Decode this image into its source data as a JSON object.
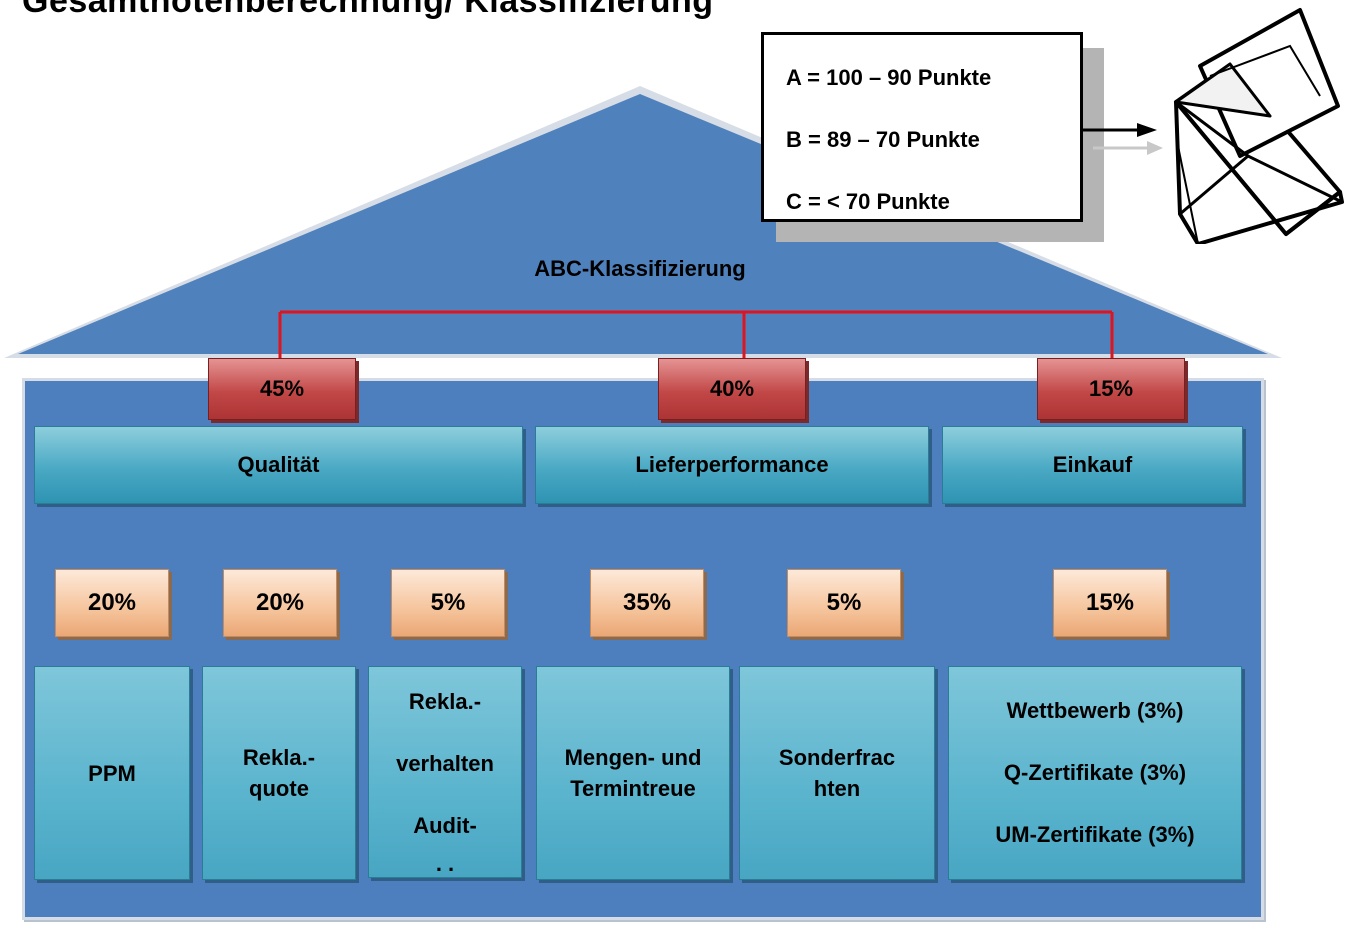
{
  "title": "Gesamtnotenberechnung/ Klassifizierung",
  "legend": {
    "lines": [
      "A = 100 – 90 Punkte",
      "B = 89 – 70 Punkte",
      "C = < 70 Punkte"
    ]
  },
  "roof_label": "ABC-Klassifizierung",
  "categories": [
    {
      "weight": "45%",
      "label": "Qualität"
    },
    {
      "weight": "40%",
      "label": "Lieferperformance"
    },
    {
      "weight": "15%",
      "label": "Einkauf"
    }
  ],
  "criteria": [
    {
      "weight": "20%",
      "lines": [
        "PPM"
      ]
    },
    {
      "weight": "20%",
      "lines": [
        "Rekla.-",
        "quote"
      ]
    },
    {
      "weight": "5%",
      "lines": [
        "Rekla.-",
        "verhalten",
        "Audit-",
        ". ."
      ]
    },
    {
      "weight": "35%",
      "lines": [
        "Mengen- und",
        "Termintreue"
      ]
    },
    {
      "weight": "5%",
      "lines": [
        "Sonderfrac",
        "hten"
      ]
    },
    {
      "weight": "15%",
      "lines": [
        "Wettbewerb (3%)",
        "Q-Zertifikate (3%)",
        "UM-Zertifikate (3%)"
      ]
    }
  ],
  "icons": {
    "envelope": "open-envelope-icon",
    "arrow": "arrow-right-icon"
  },
  "colors": {
    "wall": "#4d7ebd",
    "roof": "#4f81bd",
    "connector": "#e0141e",
    "weight_box": "#c0504d",
    "category_box": "#4bacc6",
    "criterion_weight": "#fbd4b4"
  }
}
